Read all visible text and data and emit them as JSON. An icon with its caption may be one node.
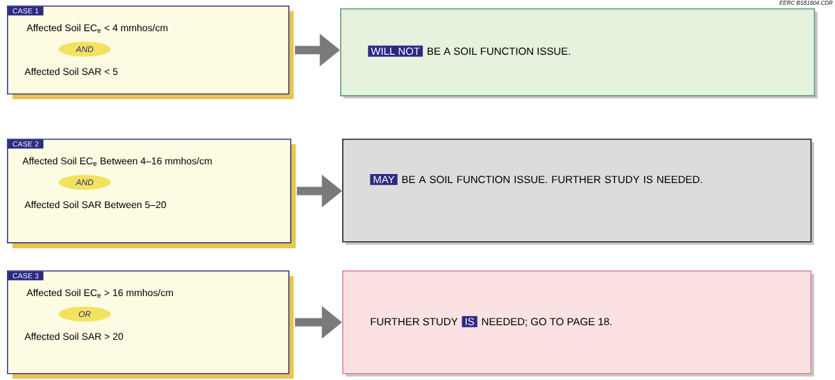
{
  "diagram": {
    "nodes": [
      {
        "text": [
          "Affected Soil EC$_{e}$ < 4 mmhos/cm",
          "Affected Soil SAR < 5"
        ]
      },
      {
        "text": [
          "CASE 1"
        ],
        "in": 0
      },
      {
        "text": [
          "AND"
        ],
        "in": 0
      },
      {
        "text": [
          "BE A SOIL FUNCTION ISSUE."
        ]
      },
      {
        "text": [
          "WILL NOT"
        ],
        "in": 3
      },
      {
        "text": [
          "Affected Soil EC$_{e}$ Between 4–16 mmhos/cm",
          "Affected Soil SAR Between 5–20"
        ]
      },
      {
        "text": [
          "CASE 2"
        ],
        "in": 5
      },
      {
        "text": [
          "AND"
        ],
        "in": 5
      },
      {
        "text": [
          "BE A SOIL FUNCTION ISSUE. FURTHER STUDY IS NEEDED."
        ]
      },
      {
        "text": [
          "MAY"
        ],
        "in": 8
      },
      {
        "text": [
          "Affected Soil EC$_{e}$ > 16 mmhos/cm",
          "Affected Soil  SAR > 20"
        ]
      },
      {
        "text": [
          "CASE 3"
        ],
        "in": 10
      },
      {
        "text": [
          "OR"
        ],
        "in": 10
      },
      {
        "text": [
          "FURTHER STUDY",
          "NEEDED; GO TO PAGE 18."
        ]
      },
      {
        "text": [
          "IS"
        ],
        "in": 13
      }
    ],
    "edges": [
      {
        "from": 0,
        "to": 3,
        "arrow": "to"
      },
      {
        "from": 5,
        "to": 8,
        "arrow": "to"
      },
      {
        "from": 10,
        "to": 13,
        "arrow": "to"
      }
    ],
    "labels": [
      "EERC BS51604.CDR"
    ]
  }
}
